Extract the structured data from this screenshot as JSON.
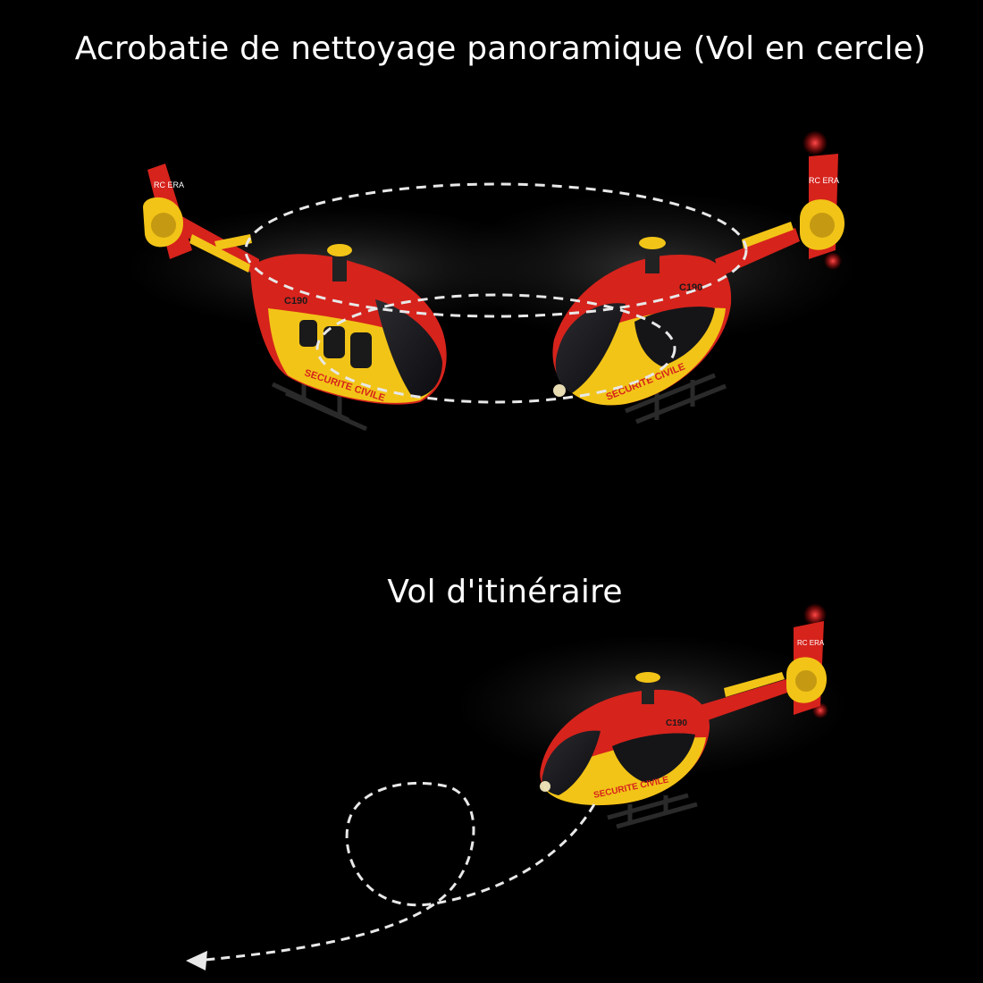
{
  "section_circle": {
    "title": "Acrobatie de nettoyage panoramique (Vol en cercle)",
    "helicopter_left": {
      "tail_logo": "RC ERA",
      "fuselage_code": "C190",
      "side_text": "SECURITE CIVILE"
    },
    "helicopter_right": {
      "tail_logo": "RC ERA",
      "fuselage_code": "C190",
      "side_text": "SECURITE CIVILE"
    }
  },
  "section_route": {
    "title": "Vol d'itinéraire",
    "helicopter": {
      "tail_logo": "RC ERA",
      "fuselage_code": "C190",
      "side_text": "SECURITE CIVILE"
    }
  },
  "colors": {
    "background": "#000000",
    "caption_text": "#ffffff",
    "fuselage_red": "#d6231c",
    "fuselage_yellow": "#f2c417",
    "path_dash": "#e8e8e8",
    "nav_light": "#ff2a2a"
  }
}
